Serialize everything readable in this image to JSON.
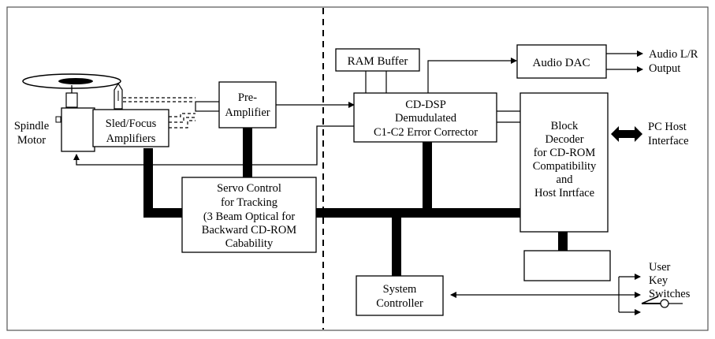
{
  "diagram": {
    "blocks": {
      "spindle_motor": [
        "Spindle",
        "Motor"
      ],
      "sled_focus": [
        "Sled/Focus",
        "Amplifiers"
      ],
      "pre_amplifier": [
        "Pre-",
        "Amplifier"
      ],
      "servo_control": [
        "Servo Control",
        "for Tracking",
        "(3 Beam Optical for",
        "Backward CD-ROM",
        "Cabability"
      ],
      "ram_buffer": "RAM Buffer",
      "cd_dsp": [
        "CD-DSP",
        "Demudulated",
        "C1-C2 Error Corrector"
      ],
      "audio_dac": "Audio DAC",
      "block_decoder": [
        "Block",
        "Decoder",
        "for CD-ROM",
        "Compatibility",
        "and",
        "Host Inrtface"
      ],
      "system_controller": [
        "System",
        "Controller"
      ]
    },
    "external_labels": {
      "audio_output": [
        "Audio L/R",
        "Output"
      ],
      "pc_host": [
        "PC Host",
        "Interface"
      ],
      "user_keys": [
        "User",
        "Key",
        "Switches"
      ]
    }
  },
  "colors": {
    "ink": "#000000",
    "background": "#ffffff",
    "frame": "#555555"
  }
}
